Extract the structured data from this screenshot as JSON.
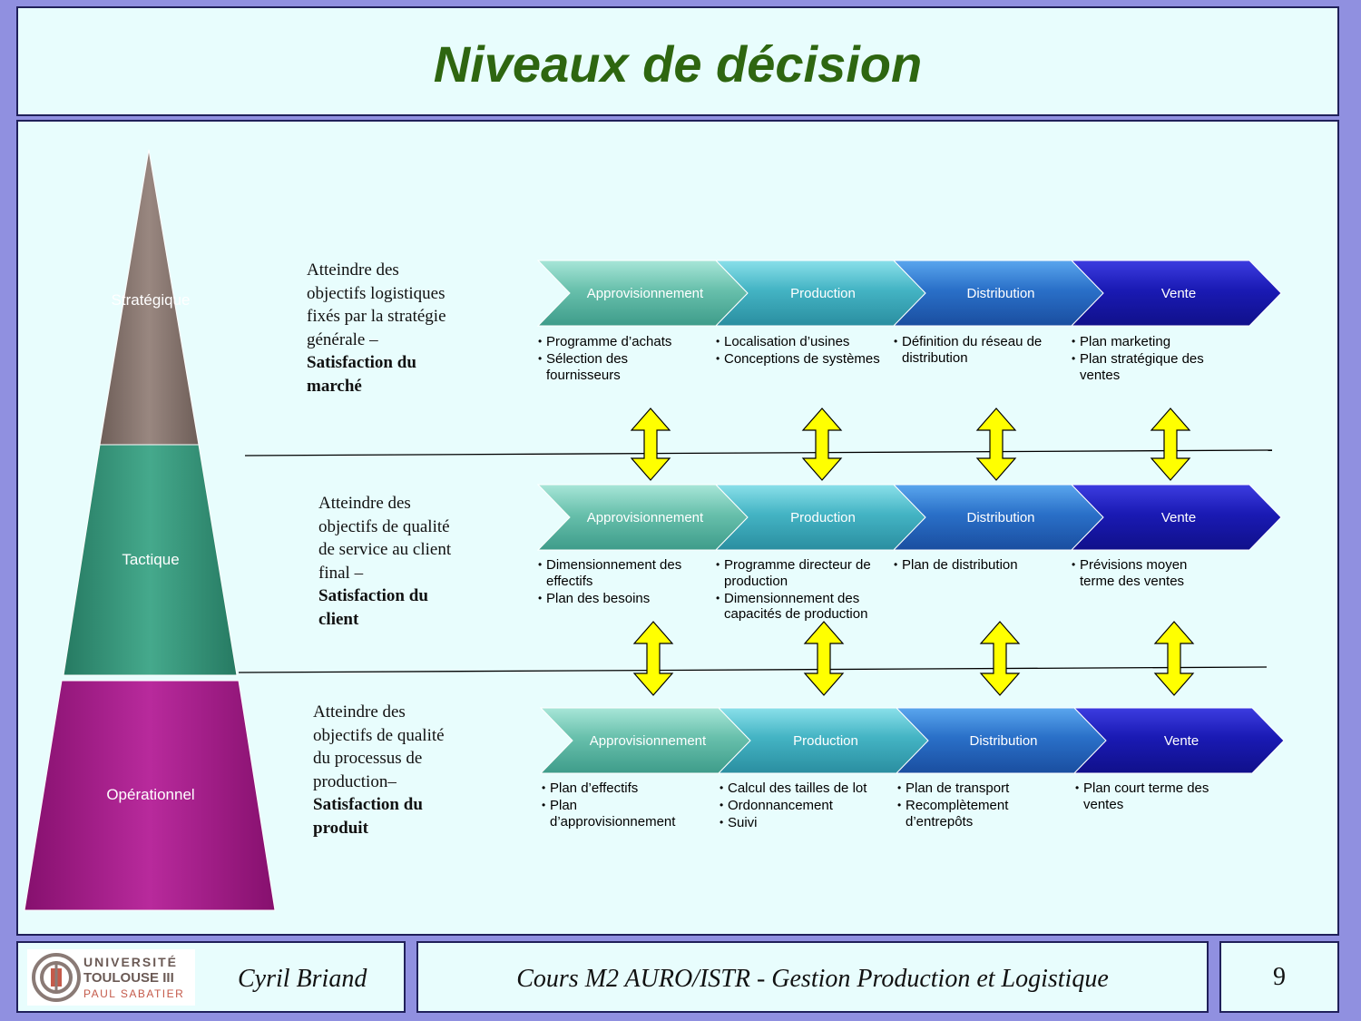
{
  "title": "Niveaux de décision",
  "pyramid": {
    "levels": [
      "Stratégique",
      "Tactique",
      "Opérationnel"
    ]
  },
  "descriptions": [
    {
      "text": "Atteindre des objectifs logistiques fixés par la stratégie générale –",
      "bold": "Satisfaction du marché"
    },
    {
      "text": "Atteindre des objectifs de qualité de service au client final –",
      "bold": "Satisfaction du client"
    },
    {
      "text": "Atteindre des objectifs de qualité du processus de production–",
      "bold": "Satisfaction du produit"
    }
  ],
  "chevron_labels": [
    "Approvisionnement",
    "Production",
    "Distribution",
    "Vente"
  ],
  "bullets": [
    [
      [
        "Programme d’achats",
        "Sélection des fournisseurs"
      ],
      [
        "Localisation d’usines",
        "Conceptions de systèmes"
      ],
      [
        "Définition du réseau de distribution"
      ],
      [
        "Plan marketing",
        "Plan stratégique des ventes"
      ]
    ],
    [
      [
        "Dimensionnement des effectifs",
        "Plan des besoins"
      ],
      [
        "Programme directeur de production",
        "Dimensionnement des capacités de production"
      ],
      [
        "Plan de distribution"
      ],
      [
        "Prévisions moyen terme des ventes"
      ]
    ],
    [
      [
        "Plan d’effectifs",
        "Plan d’approvisionnement"
      ],
      [
        "Calcul des tailles de lot",
        "Ordonnancement",
        "Suivi"
      ],
      [
        "Plan de transport",
        "Recomplètement d’entrepôts"
      ],
      [
        "Plan court terme des ventes"
      ]
    ]
  ],
  "footer": {
    "university_line1": "UNIVERSITÉ",
    "university_line2": "TOULOUSE III",
    "university_line3": "PAUL SABATIER",
    "author": "Cyril Briand",
    "course": "Cours M2 AURO/ISTR - Gestion Production et Logistique",
    "page_number": "9"
  },
  "colors": {
    "title": "#2e6610",
    "strategic": "#8a7870",
    "tactical": "#3a9a7e",
    "operational": "#a81c8c",
    "chevron1": "#6ec8b4",
    "chevron2": "#4ab8c6",
    "chevron3": "#2a74cc",
    "chevron4": "#1c1cb0",
    "arrow": "#ffff00"
  }
}
